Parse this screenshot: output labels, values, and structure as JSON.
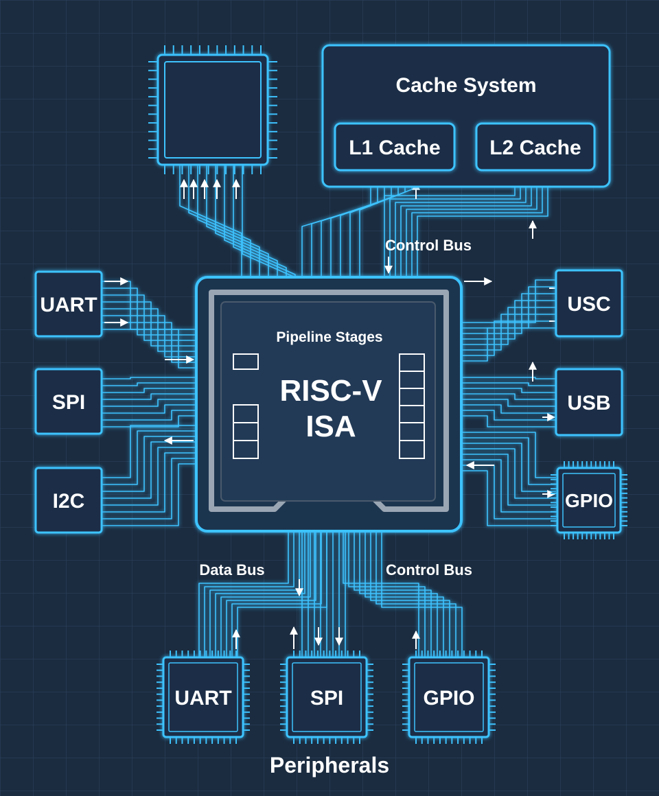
{
  "colors": {
    "background": "#1b2c40",
    "grid": "#2e4560",
    "trace": "#3ec3ff",
    "glow": "#1d8fe0",
    "text": "#ffffff",
    "core_fill": "#203a55",
    "box_fill": "#1c2f46"
  },
  "cache_system": {
    "title": "Cache System",
    "l1_label": "L1 Cache",
    "l2_label": "L2 Cache"
  },
  "processor": {
    "pipeline_label": "Pipeline Stages",
    "isa_line1": "RISC-V",
    "isa_line2": "ISA"
  },
  "buses": {
    "control_bus_top": "Control Bus",
    "data_bus": "Data Bus",
    "control_bus_bottom": "Control Bus"
  },
  "left_peripherals": [
    {
      "name": "left-uart",
      "label": "UART"
    },
    {
      "name": "left-spi",
      "label": "SPI"
    },
    {
      "name": "left-i2c",
      "label": "I2C"
    }
  ],
  "right_peripherals": [
    {
      "name": "right-usc",
      "label": "USC"
    },
    {
      "name": "right-usb",
      "label": "USB"
    },
    {
      "name": "right-gpio",
      "label": "GPIO"
    }
  ],
  "bottom_peripherals": [
    {
      "name": "bottom-uart",
      "label": "UART"
    },
    {
      "name": "bottom-spi",
      "label": "SPI"
    },
    {
      "name": "bottom-gpio",
      "label": "GPIO"
    }
  ],
  "peripherals_title": "Peripherals",
  "icons": {
    "chip": "chip-icon",
    "arrow": "arrow-icon"
  }
}
